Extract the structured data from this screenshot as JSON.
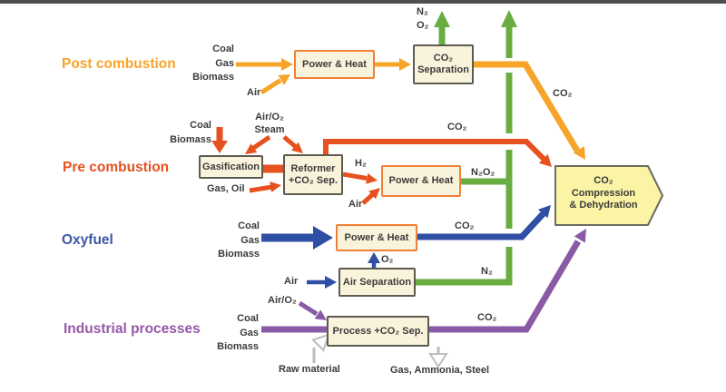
{
  "diagram": {
    "palette": {
      "post_orange": "#F6A42A",
      "pre_red": "#E6511F",
      "oxyfuel_blue": "#2E4FA3",
      "industrial_purple": "#8A5BA5",
      "stream_green": "#69AC40",
      "box_fill": "#FAF3DC",
      "compression_fill": "#FBF4A4",
      "dark_border": "#5B5B50",
      "orange_border": "#F08038",
      "gray_arrow": "#BDBDBD",
      "top_bar": "#4F4F4F",
      "text": "#3B3B3B"
    },
    "post": {
      "label": "Post combustion",
      "fuels": [
        "Coal",
        "Gas",
        "Biomass"
      ],
      "air": "Air",
      "power_heat": "Power & Heat",
      "separation_line1": "CO₂",
      "separation_line2": "Separation",
      "vent_n2": "N₂",
      "vent_o2": "O₂",
      "co2": "CO₂"
    },
    "pre": {
      "label": "Pre combustion",
      "fuels": [
        "Coal",
        "Biomass"
      ],
      "oxidant_line1": "Air/O₂",
      "oxidant_line2": "Steam",
      "gasification": "Gasification",
      "gas_oil": "Gas, Oil",
      "reformer_line1": "Reformer",
      "reformer_line2": "+CO₂ Sep.",
      "h2": "H₂",
      "air": "Air",
      "power_heat": "Power & Heat",
      "n2o2": "N₂O₂",
      "co2": "CO₂"
    },
    "oxyfuel": {
      "label": "Oxyfuel",
      "fuels": [
        "Coal",
        "Gas",
        "Biomass"
      ],
      "power_heat": "Power & Heat",
      "o2": "O₂",
      "air": "Air",
      "air_separation": "Air Separation",
      "n2": "N₂",
      "co2": "CO₂"
    },
    "industrial": {
      "label": "Industrial processes",
      "fuels": [
        "Coal",
        "Gas",
        "Biomass"
      ],
      "air_o2": "Air/O₂",
      "process": "Process +CO₂ Sep.",
      "raw_material": "Raw material",
      "products": "Gas, Ammonia, Steel",
      "co2": "CO₂"
    },
    "compression": {
      "line1": "CO₂",
      "line2": "Compression",
      "line3": "& Dehydration"
    }
  }
}
